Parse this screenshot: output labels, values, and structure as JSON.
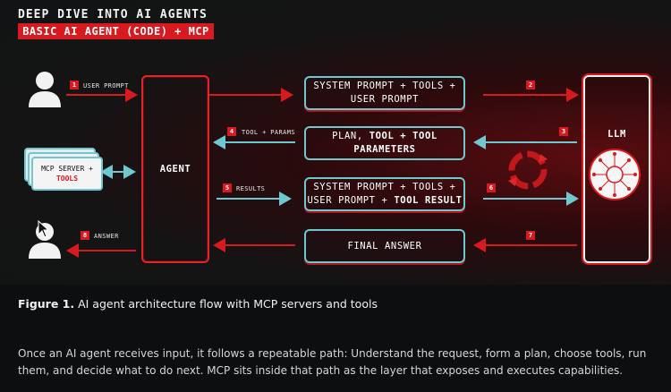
{
  "header": {
    "title": "DEEP DIVE INTO AI AGENTS",
    "subtitle": "BASIC AI AGENT (CODE) + MCP"
  },
  "nodes": {
    "agent": "AGENT",
    "llm": "LLM",
    "mcp_line1": "MCP SERVER +",
    "mcp_line2": "TOOLS",
    "box1_line1": "SYSTEM PROMPT + TOOLS +",
    "box1_line2": "USER PROMPT",
    "box2_line1a": "PLAN, ",
    "box2_line1b": "TOOL + TOOL",
    "box2_line2": "PARAMETERS",
    "box3_line1": "SYSTEM PROMPT + TOOLS +",
    "box3_line2a": "USER PROMPT + ",
    "box3_line2b": "TOOL RESULT",
    "box4": "FINAL ANSWER"
  },
  "steps": [
    {
      "n": "1",
      "label": "USER PROMPT"
    },
    {
      "n": "2",
      "label": ""
    },
    {
      "n": "3",
      "label": ""
    },
    {
      "n": "4",
      "label": "TOOL + PARAMS"
    },
    {
      "n": "5",
      "label": "RESULTS"
    },
    {
      "n": "6",
      "label": ""
    },
    {
      "n": "7",
      "label": ""
    },
    {
      "n": "8",
      "label": "ANSWER"
    }
  ],
  "caption": {
    "figure": "Figure 1.",
    "text": " AI agent architecture flow with MCP servers and tools"
  },
  "body_text": "Once an AI agent receives input, it follows a repeatable path: Understand the request, form a plan, choose tools, run them, and decide what to do next. MCP sits inside that path as the layer that exposes and executes capabilities.",
  "colors": {
    "accent_red": "#d71920",
    "accent_cyan": "#6fc7cf",
    "background": "#0c0e10"
  }
}
